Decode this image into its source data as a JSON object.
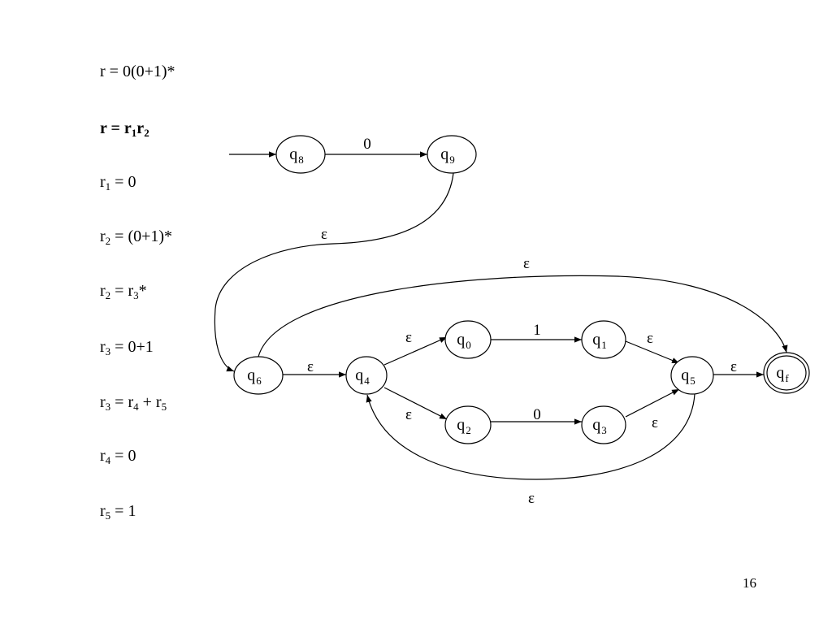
{
  "equations": [
    {
      "id": "r",
      "bold": false,
      "parts": [
        [
          "r",
          ""
        ],
        [
          " = 0(0+1)*",
          ""
        ]
      ]
    },
    {
      "id": "r-concat",
      "bold": true,
      "parts": [
        [
          "r = r",
          ""
        ],
        [
          "1",
          "sub"
        ],
        [
          "r",
          ""
        ],
        [
          "2",
          "sub"
        ]
      ]
    },
    {
      "id": "r1",
      "bold": false,
      "parts": [
        [
          "r",
          ""
        ],
        [
          "1",
          "sub"
        ],
        [
          " = 0",
          ""
        ]
      ]
    },
    {
      "id": "r2",
      "bold": false,
      "parts": [
        [
          "r",
          ""
        ],
        [
          "2",
          "sub"
        ],
        [
          " = (0+1)*",
          ""
        ]
      ]
    },
    {
      "id": "r2-star",
      "bold": false,
      "parts": [
        [
          "r",
          ""
        ],
        [
          "2",
          "sub"
        ],
        [
          " = r",
          ""
        ],
        [
          "3",
          "sub"
        ],
        [
          "*",
          ""
        ]
      ]
    },
    {
      "id": "r3",
      "bold": false,
      "parts": [
        [
          "r",
          ""
        ],
        [
          "3",
          "sub"
        ],
        [
          " = 0+1",
          ""
        ]
      ]
    },
    {
      "id": "r3-union",
      "bold": false,
      "parts": [
        [
          "r",
          ""
        ],
        [
          "3",
          "sub"
        ],
        [
          " = r",
          ""
        ],
        [
          "4",
          "sub"
        ],
        [
          " + r",
          ""
        ],
        [
          "5",
          "sub"
        ]
      ]
    },
    {
      "id": "r4",
      "bold": false,
      "parts": [
        [
          "r",
          ""
        ],
        [
          "4",
          "sub"
        ],
        [
          " = 0",
          ""
        ]
      ]
    },
    {
      "id": "r5",
      "bold": false,
      "parts": [
        [
          "r",
          ""
        ],
        [
          "5",
          "sub"
        ],
        [
          " = 1",
          ""
        ]
      ]
    }
  ],
  "states": [
    {
      "id": "q8",
      "base": "q",
      "sub": "8",
      "accepting": false,
      "start": true
    },
    {
      "id": "q9",
      "base": "q",
      "sub": "9",
      "accepting": false,
      "start": false
    },
    {
      "id": "q6",
      "base": "q",
      "sub": "6",
      "accepting": false,
      "start": false
    },
    {
      "id": "q4",
      "base": "q",
      "sub": "4",
      "accepting": false,
      "start": false
    },
    {
      "id": "q0",
      "base": "q",
      "sub": "0",
      "accepting": false,
      "start": false
    },
    {
      "id": "q1",
      "base": "q",
      "sub": "1",
      "accepting": false,
      "start": false
    },
    {
      "id": "q2",
      "base": "q",
      "sub": "2",
      "accepting": false,
      "start": false
    },
    {
      "id": "q3",
      "base": "q",
      "sub": "3",
      "accepting": false,
      "start": false
    },
    {
      "id": "q5",
      "base": "q",
      "sub": "5",
      "accepting": false,
      "start": false
    },
    {
      "id": "qf",
      "base": "q",
      "sub": "f",
      "accepting": true,
      "start": false
    }
  ],
  "transitions": [
    {
      "id": "q8-q9",
      "from": "q8",
      "to": "q9",
      "label": "0"
    },
    {
      "id": "q9-q6",
      "from": "q9",
      "to": "q6",
      "label": "ε"
    },
    {
      "id": "q6-qf",
      "from": "q6",
      "to": "qf",
      "label": "ε"
    },
    {
      "id": "q6-q4",
      "from": "q6",
      "to": "q4",
      "label": "ε"
    },
    {
      "id": "q4-q0",
      "from": "q4",
      "to": "q0",
      "label": "ε"
    },
    {
      "id": "q4-q2",
      "from": "q4",
      "to": "q2",
      "label": "ε"
    },
    {
      "id": "q0-q1",
      "from": "q0",
      "to": "q1",
      "label": "1"
    },
    {
      "id": "q2-q3",
      "from": "q2",
      "to": "q3",
      "label": "0"
    },
    {
      "id": "q1-q5",
      "from": "q1",
      "to": "q5",
      "label": "ε"
    },
    {
      "id": "q3-q5",
      "from": "q3",
      "to": "q5",
      "label": "ε"
    },
    {
      "id": "q5-qf",
      "from": "q5",
      "to": "qf",
      "label": "ε"
    },
    {
      "id": "q5-q4",
      "from": "q5",
      "to": "q4",
      "label": "ε"
    }
  ],
  "page_number": "16"
}
